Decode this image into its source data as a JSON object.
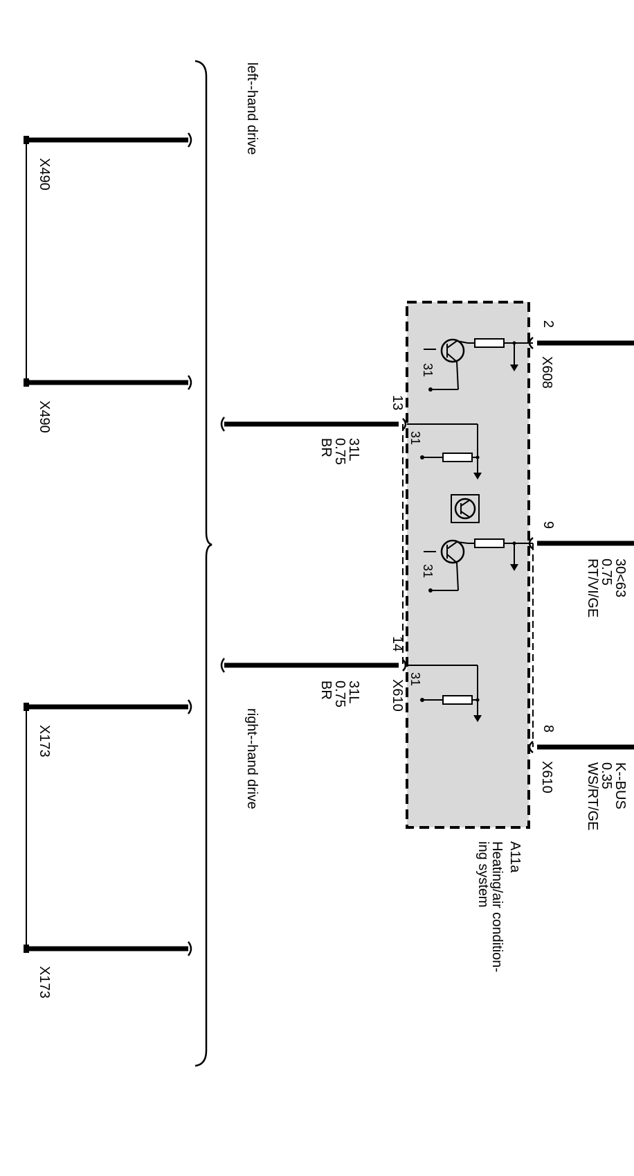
{
  "groups": {
    "left_hand_drive": "left--hand drive",
    "right_hand_drive": "right--hand drive"
  },
  "connectors": {
    "x490_a": "X490",
    "x490_b": "X490",
    "x173_a": "X173",
    "x173_b": "X173",
    "x608": "X608",
    "x610_pin14": "X610",
    "x610_pin8": "X610"
  },
  "pins": {
    "p2": "2",
    "p13": "13",
    "p9": "9",
    "p14": "14",
    "p8": "8"
  },
  "wires": {
    "pin13": {
      "line1": "31L",
      "line2": "0.75",
      "line3": "BR"
    },
    "pin14": {
      "line1": "31L",
      "line2": "0.75",
      "line3": "BR"
    },
    "pin9": {
      "line1": "30<63",
      "line2": "0.75",
      "line3": "RT/VI/GE"
    },
    "pin8": {
      "line1": "K--BUS",
      "line2": "0.35",
      "line3": "WS/RT/GE"
    }
  },
  "ground_labels": {
    "g1": "31",
    "g2": "31",
    "g3": "31",
    "g4": "31"
  },
  "component": {
    "id": "A11a",
    "name_line1": "Heating/air condition-",
    "name_line2": "ing system"
  },
  "colors": {
    "module_fill": "#d9d9d9",
    "ink": "#000000"
  }
}
